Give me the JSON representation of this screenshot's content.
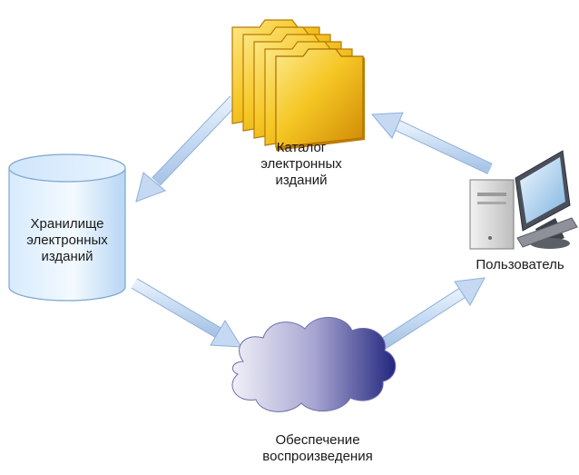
{
  "nodes": {
    "catalog": {
      "lines": [
        "Каталог",
        "электронных",
        "изданий"
      ],
      "icon": "folders-icon"
    },
    "storage": {
      "lines": [
        "Хранилище",
        "электронных",
        "изданий"
      ],
      "icon": "database-cylinder-icon"
    },
    "playback": {
      "lines": [
        "Обеспечение",
        "воспроизведения"
      ],
      "icon": "cloud-icon"
    },
    "user": {
      "lines": [
        "Пользователь"
      ],
      "icon": "computer-icon"
    }
  },
  "edges": [
    {
      "from": "catalog",
      "to": "storage"
    },
    {
      "from": "storage",
      "to": "playback"
    },
    {
      "from": "playback",
      "to": "user"
    },
    {
      "from": "user",
      "to": "catalog"
    }
  ],
  "colors": {
    "arrow": "#c5daf2",
    "folder": "#f2c21b",
    "cylinder": "#cfe6fb",
    "cloud_dark": "#2b2e86"
  }
}
